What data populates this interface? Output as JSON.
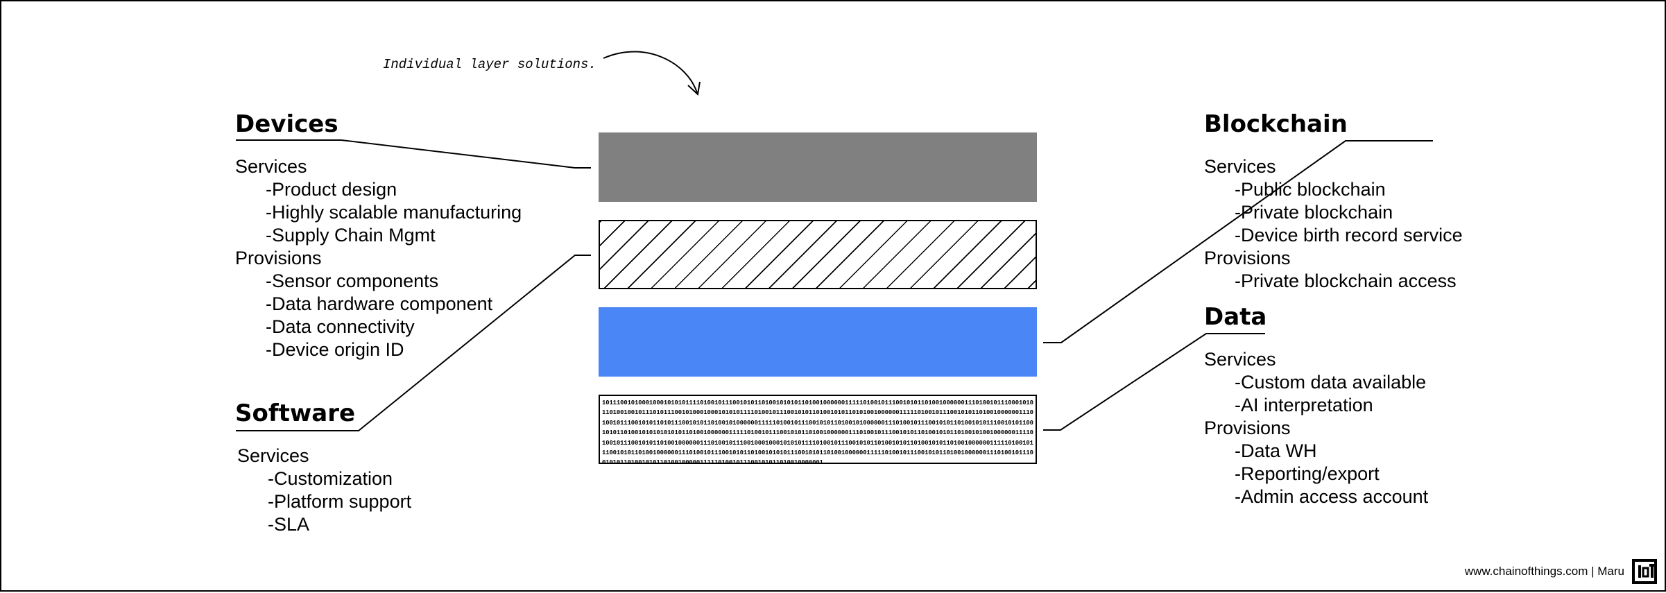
{
  "caption": "Individual layer solutions.",
  "colors": {
    "devices_layer": "#808080",
    "blockchain_layer": "#4a86f5"
  },
  "devices": {
    "title": "Devices",
    "services_label": "Services",
    "services": [
      "-Product design",
      "-Highly scalable manufacturing",
      "-Supply Chain Mgmt"
    ],
    "provisions_label": "Provisions",
    "provisions": [
      "-Sensor components",
      "-Data hardware component",
      "-Data connectivity",
      "-Device origin ID"
    ]
  },
  "software": {
    "title": "Software",
    "services_label": "Services",
    "services": [
      "-Customization",
      "-Platform support",
      "-SLA"
    ]
  },
  "blockchain": {
    "title": "Blockchain",
    "services_label": "Services",
    "services": [
      "-Public blockchain",
      "-Private blockchain",
      "-Device birth record service"
    ],
    "provisions_label": "Provisions",
    "provisions": [
      "-Private blockchain access"
    ]
  },
  "data": {
    "title": "Data",
    "services_label": "Services",
    "services": [
      "-Custom data available",
      "-AI interpretation"
    ],
    "provisions_label": "Provisions",
    "provisions": [
      "-Data WH",
      "-Reporting/export",
      "-Admin access account"
    ]
  },
  "binary_text": "1011100101000100010101011110100101110010101101001010101101001000000111110100101110010101101001000000111010010111000101011010010010111010111001010001000101010111101001011100101011010010101101010010000001111101001011100101011010010000001110100101110010101101011100101011010010100000011111010010111001010110100101000000111010010111001010110100101011100101011001010110100101010101010110100100000011111010010111001010110100100000011101001011100101011010010101101001010010000001111010010111001010110100100000011101001011100100010001010101111010010111001010110100101011010010101101001000000111110100101110010101101001000000111010010111001010110100101010111001010110100100000011111010010111001010110100100000011101001011100101011010010101101001000001111101001011100101011010010000001",
  "footer": "www.chainofthings.com | Maru"
}
